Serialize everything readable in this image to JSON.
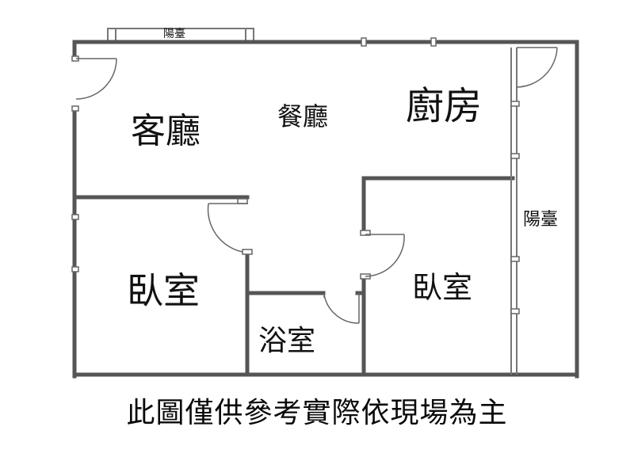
{
  "colors": {
    "wall": "#555555",
    "door": "#666666",
    "text": "#111111"
  },
  "rooms": {
    "living_room": "客廳",
    "dining_room": "餐廳",
    "kitchen": "廚房",
    "bedroom_left": "臥室",
    "bedroom_right": "臥室",
    "bathroom": "浴室"
  },
  "balconies": {
    "top": "陽臺",
    "right": "陽臺"
  },
  "footer": {
    "note": "此圖僅供參考實際依現場為主"
  }
}
